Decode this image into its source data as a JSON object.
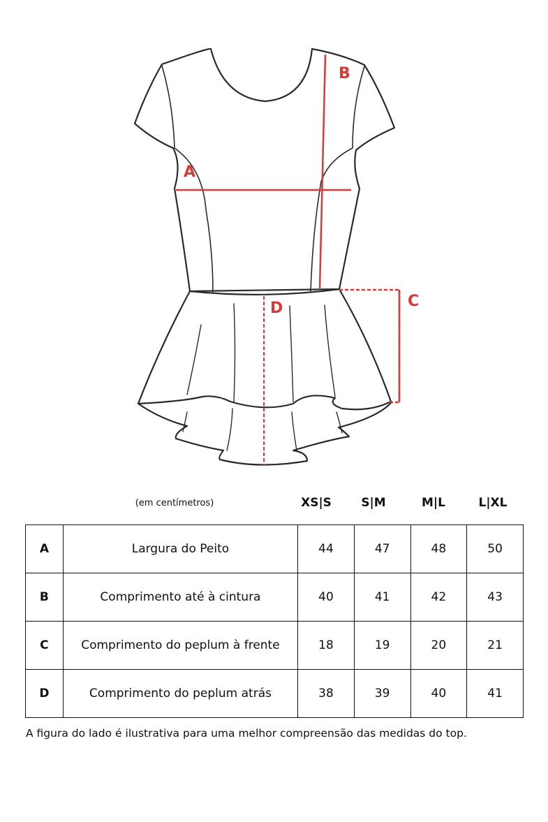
{
  "figure": {
    "labels": {
      "a": "A",
      "b": "B",
      "c": "C",
      "d": "D"
    },
    "colors": {
      "outline": "#2a2a2a",
      "measure": "#d63a3a"
    }
  },
  "table": {
    "unit_note": "(em centímetros)",
    "sizes": [
      "XS|S",
      "S|M",
      "M|L",
      "L|XL"
    ],
    "rows": [
      {
        "letter": "A",
        "label": "Largura do Peito",
        "values": [
          "44",
          "47",
          "48",
          "50"
        ]
      },
      {
        "letter": "B",
        "label": "Comprimento até à cintura",
        "values": [
          "40",
          "41",
          "42",
          "43"
        ]
      },
      {
        "letter": "C",
        "label": "Comprimento do peplum à frente",
        "values": [
          "18",
          "19",
          "20",
          "21"
        ]
      },
      {
        "letter": "D",
        "label": "Comprimento do peplum atrás",
        "values": [
          "38",
          "39",
          "40",
          "41"
        ]
      }
    ]
  },
  "footnote": "A figura do lado é ilustrativa para uma melhor compreensão das medidas do top."
}
